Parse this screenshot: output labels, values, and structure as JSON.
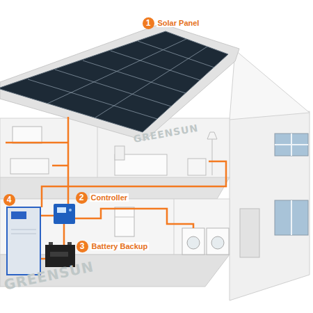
{
  "diagram": {
    "nodes": [
      {
        "text": [
          "1",
          "Solar Panel"
        ]
      },
      {
        "text": [
          "2",
          "Controller"
        ]
      },
      {
        "text": [
          "3",
          "Battery Backup"
        ]
      },
      {
        "text": [
          "4"
        ]
      }
    ],
    "labels": [
      "GREENSUN",
      "GREENSUN"
    ]
  }
}
